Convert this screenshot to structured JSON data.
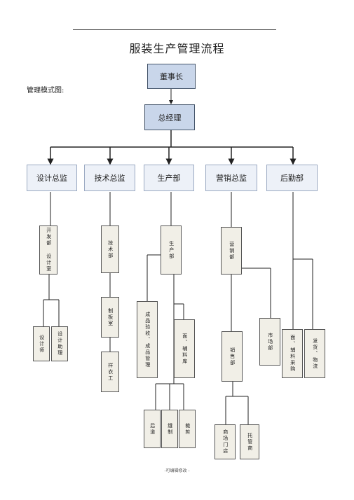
{
  "document": {
    "title": "服装生产管理流程",
    "caption": "管理模式图:",
    "footer": "-可编辑修改 -"
  },
  "chart": {
    "chairman": "董事长",
    "gm": "总经理",
    "design_director": "设计总监",
    "tech_director": "技术总监",
    "production_dept": "生产部",
    "marketing_director": "营销总监",
    "logistics_dept": "后勤部",
    "dev_dept": "开发部 设计室",
    "designer": "设计师",
    "design_assistant": "设计助理",
    "tech_dept": "技术部",
    "pattern_room": "制板室",
    "sample_worker": "样衣工",
    "production_unit": "生产部",
    "qc_warehouse": "成品验收、成品管理",
    "materials_warehouse": "面、辅料库",
    "finishing": "后道",
    "sewing": "缝制",
    "cutting": "裁剪",
    "marketing_dept": "营销部",
    "sales_dept": "销售部",
    "market_dept": "市场部",
    "purchasing": "面、辅料采购",
    "delivery_logistics": "发货、物流",
    "mall_stores": "商场门店",
    "consignment": "托管商"
  }
}
